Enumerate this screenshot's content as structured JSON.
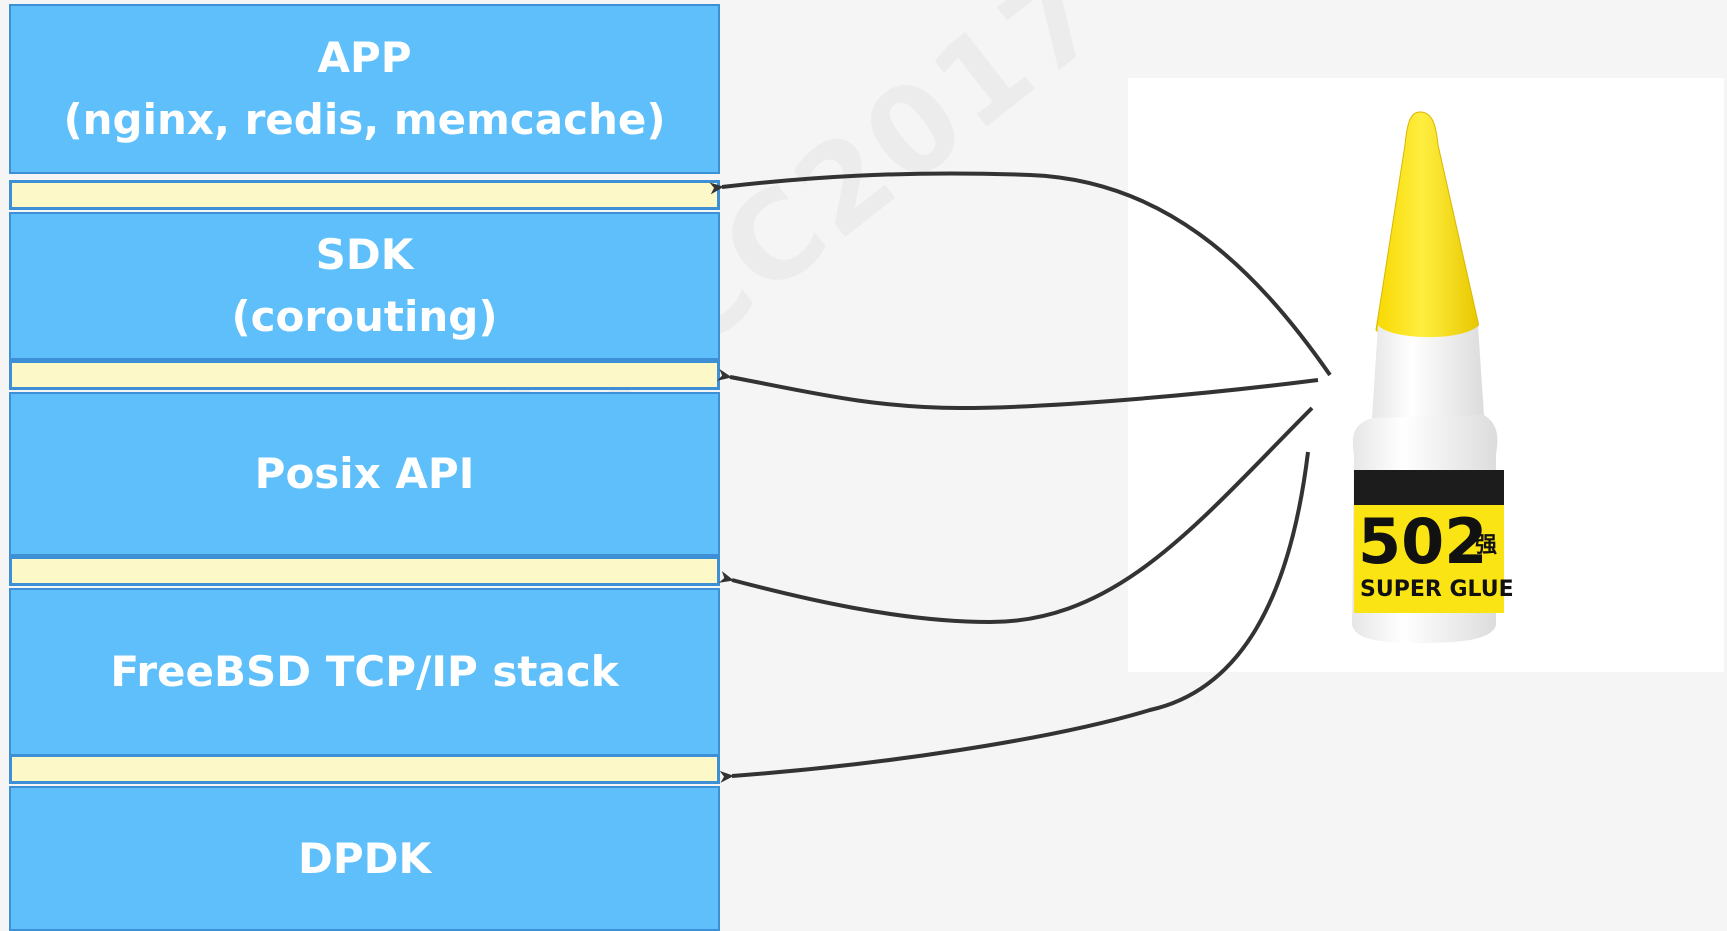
{
  "watermark": "SACC2017",
  "layers": [
    {
      "line1": "APP",
      "line2": "(nginx, redis, memcache)"
    },
    {
      "line1": "SDK",
      "line2": "(corouting)"
    },
    {
      "line1": "Posix API"
    },
    {
      "line1": "FreeBSD TCP/IP stack"
    },
    {
      "line1": "DPDK"
    }
  ],
  "bottle": {
    "number": "502",
    "glyph": "强",
    "label": "SUPER GLUE"
  },
  "colors": {
    "layer_fill": "#5ebffa",
    "layer_border": "#3d8fd6",
    "glue_fill": "#fdf8c8",
    "arrow": "#333333",
    "cap": "#fbe414"
  }
}
